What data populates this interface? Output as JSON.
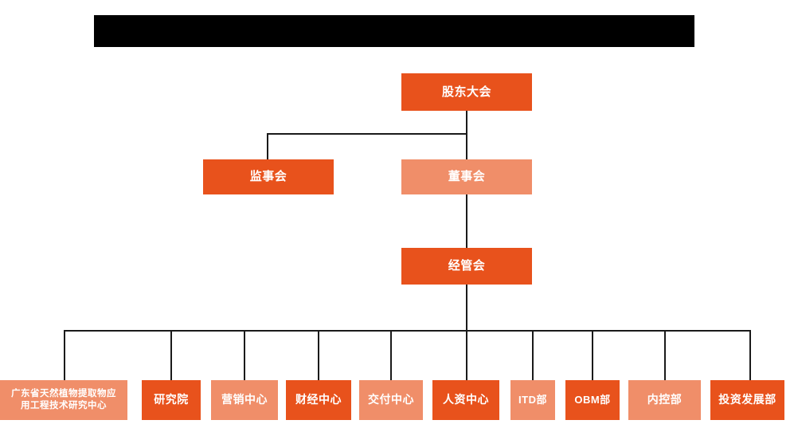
{
  "chart_data": {
    "type": "diagram",
    "subtype": "organization-chart",
    "title": "",
    "colors": {
      "primary": "#E8521C",
      "secondary": "#F08E69",
      "connector": "#1a1a1a",
      "banner": "#000000",
      "background": "#ffffff",
      "text": "#ffffff"
    },
    "levels": [
      {
        "level": 1,
        "nodes": [
          "股东大会"
        ]
      },
      {
        "level": 2,
        "nodes": [
          "监事会",
          "董事会"
        ]
      },
      {
        "level": 3,
        "nodes": [
          "经管会"
        ]
      },
      {
        "level": 4,
        "nodes": [
          "广东省天然植物提取物应用工程技术研究中心",
          "研究院",
          "营销中心",
          "财经中心",
          "交付中心",
          "人资中心",
          "ITD部",
          "OBM部",
          "内控部",
          "投资发展部"
        ]
      }
    ],
    "edges": [
      {
        "from": "股东大会",
        "to": "监事会"
      },
      {
        "from": "股东大会",
        "to": "董事会"
      },
      {
        "from": "董事会",
        "to": "经管会"
      },
      {
        "from": "经管会",
        "to": "广东省天然植物提取物应用工程技术研究中心"
      },
      {
        "from": "经管会",
        "to": "研究院"
      },
      {
        "from": "经管会",
        "to": "营销中心"
      },
      {
        "from": "经管会",
        "to": "财经中心"
      },
      {
        "from": "经管会",
        "to": "交付中心"
      },
      {
        "from": "经管会",
        "to": "人资中心"
      },
      {
        "from": "经管会",
        "to": "ITD部"
      },
      {
        "from": "经管会",
        "to": "OBM部"
      },
      {
        "from": "经管会",
        "to": "内控部"
      },
      {
        "from": "经管会",
        "to": "投资发展部"
      }
    ]
  },
  "banner": {
    "text": ""
  },
  "nodes": {
    "shareholders_meeting": {
      "label": "股东大会",
      "color": "primary"
    },
    "board_of_supervisors": {
      "label": "监事会",
      "color": "primary"
    },
    "board_of_directors": {
      "label": "董事会",
      "color": "secondary"
    },
    "management_committee": {
      "label": "经管会",
      "color": "primary"
    },
    "dept_research_center": {
      "line1": "广东省天然植物提取物应",
      "line2": "用工程技术研究中心",
      "label": "广东省天然植物提取物应用工程技术研究中心",
      "color": "secondary"
    },
    "dept_research_institute": {
      "label": "研究院",
      "color": "primary"
    },
    "dept_marketing": {
      "label": "营销中心",
      "color": "secondary"
    },
    "dept_finance": {
      "label": "财经中心",
      "color": "primary"
    },
    "dept_delivery": {
      "label": "交付中心",
      "color": "secondary"
    },
    "dept_hr": {
      "label": "人资中心",
      "color": "primary"
    },
    "dept_itd": {
      "label": "ITD部",
      "color": "secondary"
    },
    "dept_obm": {
      "label": "OBM部",
      "color": "primary"
    },
    "dept_internal_control": {
      "label": "内控部",
      "color": "secondary"
    },
    "dept_investment": {
      "label": "投资发展部",
      "color": "primary"
    }
  }
}
